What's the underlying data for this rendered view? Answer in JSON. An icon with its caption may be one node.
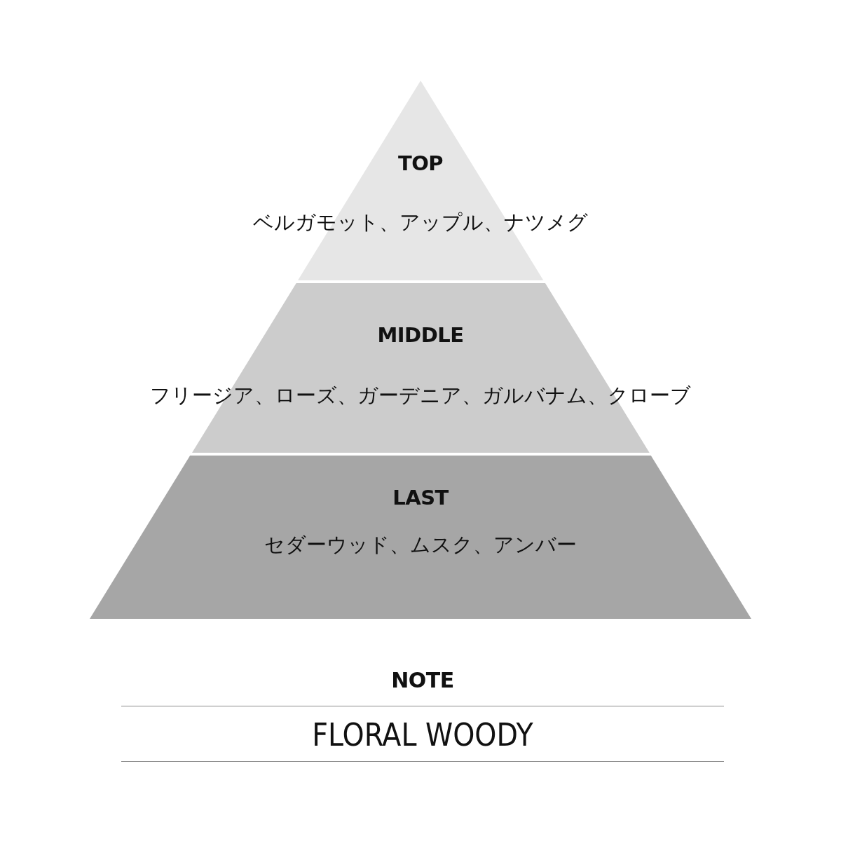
{
  "diagram": {
    "nodes": [
      {
        "text": [
          "TOP",
          "ベルガモット、アップル、ナツメグ"
        ]
      },
      {
        "text": [
          "MIDDLE",
          "フリージア、ローズ、ガーデニア、ガルバナム、クローブ"
        ]
      },
      {
        "text": [
          "LAST",
          "セダーウッド、ムスク、アンバー"
        ]
      }
    ],
    "labels": [
      "NOTE",
      "FLORAL WOODY"
    ]
  }
}
